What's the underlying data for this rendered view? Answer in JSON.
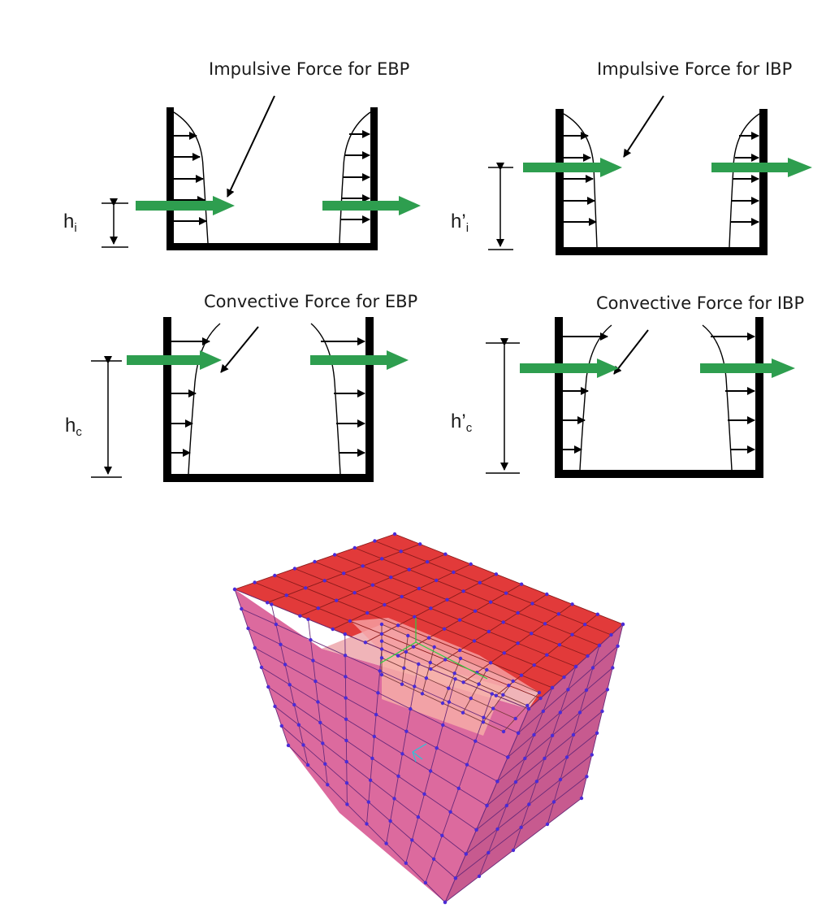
{
  "panels": {
    "impulsive_ebp": {
      "title": "Impulsive Force for EBP",
      "height_label": "h",
      "height_sub": "i"
    },
    "impulsive_ibp": {
      "title": "Impulsive Force for IBP",
      "height_label": "h’",
      "height_sub": "i"
    },
    "convective_ebp": {
      "title": "Convective Force for EBP",
      "height_label": "h",
      "height_sub": "c"
    },
    "convective_ibp": {
      "title": "Convective Force for IBP",
      "height_label": "h’",
      "height_sub": "c"
    }
  },
  "colors": {
    "resultant_arrow": "#2e9e4f",
    "wall": "#000000",
    "model_top": "#e23a3a",
    "model_side": "#dc6a9e",
    "model_inner": "#f2a0a6",
    "mesh_node": "#4b2bd6"
  },
  "model": {
    "mesh_divisions_top_front": 8,
    "mesh_divisions_top_side": 9,
    "mesh_divisions_vertical": 8
  }
}
